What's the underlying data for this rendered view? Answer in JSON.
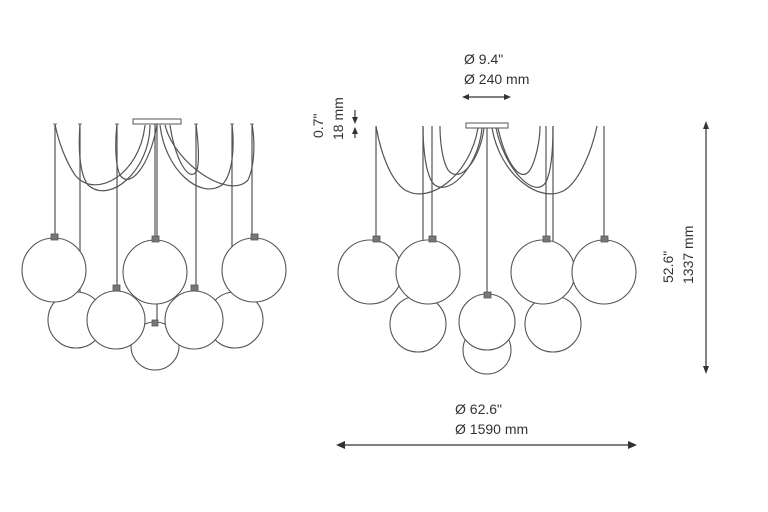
{
  "dimensions": {
    "canopy_diameter_in": "Ø 9.4\"",
    "canopy_diameter_mm": "Ø 240 mm",
    "canopy_height_in": "0.7\"",
    "canopy_height_mm": "18 mm",
    "total_height_in": "52.6\"",
    "total_height_mm": "1337 mm",
    "total_diameter_in": "Ø 62.6\"",
    "total_diameter_mm": "Ø 1590 mm"
  },
  "colors": {
    "line": "#555555",
    "text": "#333333",
    "background": "#ffffff"
  }
}
